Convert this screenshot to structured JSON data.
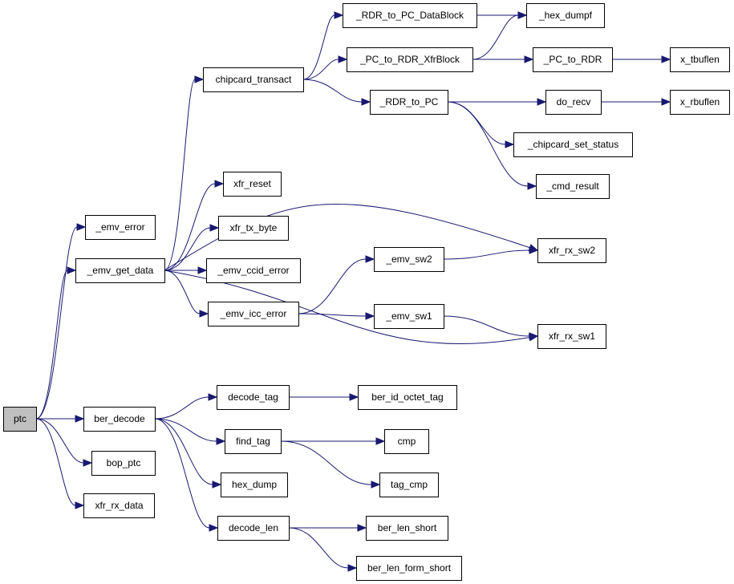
{
  "diagram": {
    "colors": {
      "edge": "#191970",
      "node_fill": "#ffffff",
      "root_fill": "#bfbfbf",
      "border": "#000000"
    },
    "nodes": {
      "ptc": "ptc",
      "emv_error": "_emv_error",
      "emv_get_data": "_emv_get_data",
      "ber_decode": "ber_decode",
      "bop_ptc": "bop_ptc",
      "xfr_rx_data": "xfr_rx_data",
      "chipcard_transact": "chipcard_transact",
      "xfr_reset": "xfr_reset",
      "xfr_tx_byte": "xfr_tx_byte",
      "emv_ccid_error": "_emv_ccid_error",
      "emv_icc_error": "_emv_icc_error",
      "decode_tag": "decode_tag",
      "find_tag": "find_tag",
      "hex_dump": "hex_dump",
      "decode_len": "decode_len",
      "rdr_to_pc_datablock": "_RDR_to_PC_DataBlock",
      "pc_to_rdr_xfrblock": "_PC_to_RDR_XfrBlock",
      "rdr_to_pc": "_RDR_to_PC",
      "emv_sw2": "_emv_sw2",
      "emv_sw1": "_emv_sw1",
      "ber_id_octet_tag": "ber_id_octet_tag",
      "cmp": "cmp",
      "tag_cmp": "tag_cmp",
      "ber_len_short": "ber_len_short",
      "ber_len_form_short": "ber_len_form_short",
      "hex_dumpf": "_hex_dumpf",
      "pc_to_rdr": "_PC_to_RDR",
      "do_recv": "do_recv",
      "chipcard_set_status": "_chipcard_set_status",
      "cmd_result": "_cmd_result",
      "xfr_rx_sw2": "xfr_rx_sw2",
      "xfr_rx_sw1": "xfr_rx_sw1",
      "x_tbuflen": "x_tbuflen",
      "x_rbuflen": "x_rbuflen"
    },
    "edges": [
      [
        "ptc",
        "emv_error"
      ],
      [
        "ptc",
        "emv_get_data"
      ],
      [
        "ptc",
        "ber_decode"
      ],
      [
        "ptc",
        "bop_ptc"
      ],
      [
        "ptc",
        "xfr_rx_data"
      ],
      [
        "emv_get_data",
        "chipcard_transact"
      ],
      [
        "emv_get_data",
        "xfr_reset"
      ],
      [
        "emv_get_data",
        "xfr_tx_byte"
      ],
      [
        "emv_get_data",
        "emv_ccid_error"
      ],
      [
        "emv_get_data",
        "emv_icc_error"
      ],
      [
        "emv_get_data",
        "xfr_rx_sw2"
      ],
      [
        "emv_get_data",
        "xfr_rx_sw1"
      ],
      [
        "chipcard_transact",
        "rdr_to_pc_datablock"
      ],
      [
        "chipcard_transact",
        "pc_to_rdr_xfrblock"
      ],
      [
        "chipcard_transact",
        "rdr_to_pc"
      ],
      [
        "rdr_to_pc_datablock",
        "hex_dumpf"
      ],
      [
        "pc_to_rdr_xfrblock",
        "hex_dumpf"
      ],
      [
        "pc_to_rdr_xfrblock",
        "pc_to_rdr"
      ],
      [
        "pc_to_rdr",
        "x_tbuflen"
      ],
      [
        "rdr_to_pc",
        "do_recv"
      ],
      [
        "rdr_to_pc",
        "chipcard_set_status"
      ],
      [
        "rdr_to_pc",
        "cmd_result"
      ],
      [
        "do_recv",
        "x_rbuflen"
      ],
      [
        "emv_icc_error",
        "emv_sw2"
      ],
      [
        "emv_icc_error",
        "emv_sw1"
      ],
      [
        "emv_sw2",
        "xfr_rx_sw2"
      ],
      [
        "emv_sw1",
        "xfr_rx_sw1"
      ],
      [
        "ber_decode",
        "decode_tag"
      ],
      [
        "ber_decode",
        "find_tag"
      ],
      [
        "ber_decode",
        "hex_dump"
      ],
      [
        "ber_decode",
        "decode_len"
      ],
      [
        "decode_tag",
        "ber_id_octet_tag"
      ],
      [
        "find_tag",
        "cmp"
      ],
      [
        "find_tag",
        "tag_cmp"
      ],
      [
        "decode_len",
        "ber_len_short"
      ],
      [
        "decode_len",
        "ber_len_form_short"
      ]
    ]
  }
}
